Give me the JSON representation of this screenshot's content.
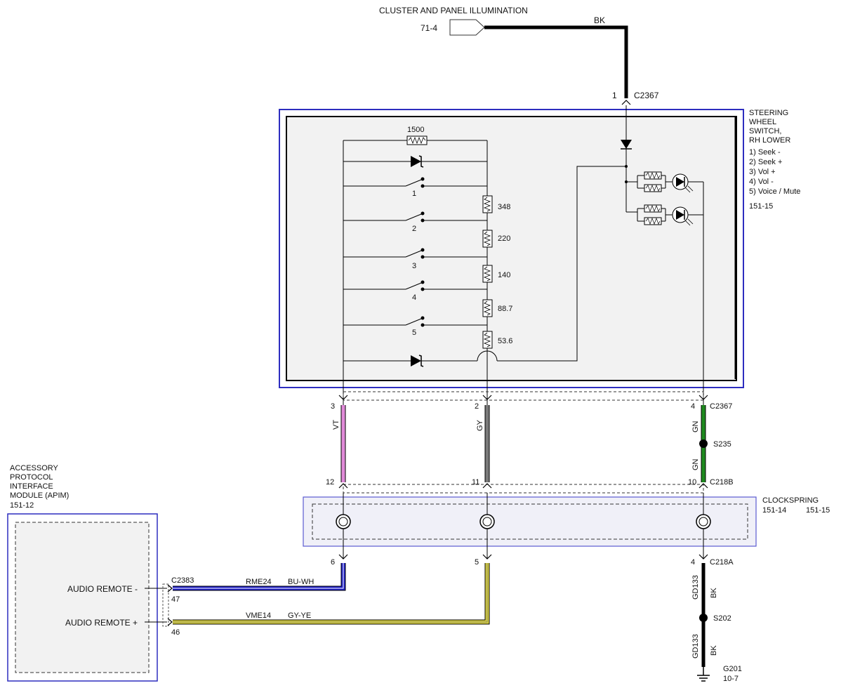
{
  "title": "CLUSTER AND PANEL ILLUMINATION",
  "connectors": {
    "source_ref": "71-4",
    "c2367_top": "C2367",
    "c2367_bottom": "C2367",
    "c218b": "C218B",
    "c218a": "C218A",
    "c2383": "C2383"
  },
  "pins": {
    "top_pin": "1",
    "sw_vt": "3",
    "sw_gy": "2",
    "sw_gn": "4",
    "cs_vt": "12",
    "cs_gy": "11",
    "cs_gn": "10",
    "csa_vt": "6",
    "csa_gy": "5",
    "csa_gn": "4",
    "apim_minus": "47",
    "apim_plus": "46"
  },
  "wires": {
    "top": "BK",
    "vt": "VT",
    "gy": "GY",
    "gn_upper": "GN",
    "gn_lower": "GN",
    "gd133_upper_circuit": "GD133",
    "gd133_upper_color": "BK",
    "gd133_lower_circuit": "GD133",
    "gd133_lower_color": "BK",
    "rme24_circuit": "RME24",
    "rme24_color": "BU-WH",
    "vme14_circuit": "VME14",
    "vme14_color": "GY-YE"
  },
  "splices": {
    "s235": "S235",
    "s202": "S202"
  },
  "ground": {
    "name": "G201",
    "ref": "10-7"
  },
  "switch_module": {
    "title": [
      "STEERING",
      "WHEEL",
      "SWITCH,",
      "RH LOWER"
    ],
    "functions": [
      "1) Seek -",
      "2) Seek +",
      "3) Vol +",
      "4) Vol -",
      "5) Voice / Mute"
    ],
    "ref": "151-15",
    "switch_numbers": [
      "1",
      "2",
      "3",
      "4",
      "5"
    ],
    "resistors": [
      "1500",
      "348",
      "220",
      "140",
      "88.7",
      "53.6"
    ]
  },
  "clockspring": {
    "title": "CLOCKSPRING",
    "ref1": "151-14",
    "ref2": "151-15"
  },
  "apim": {
    "title": [
      "ACCESSORY",
      "PROTOCOL",
      "INTERFACE",
      "MODULE (APIM)"
    ],
    "ref": "151-12",
    "audio_minus": "AUDIO REMOTE -",
    "audio_plus": "AUDIO REMOTE +"
  },
  "colors": {
    "module_border": "#2d2dbf",
    "vt": "#e08ad8",
    "gy": "#7a7a7a",
    "gn": "#1f8a1f",
    "bk": "#000000",
    "bu_wh": "#2020c8",
    "gy_ye": "#d8d040"
  }
}
